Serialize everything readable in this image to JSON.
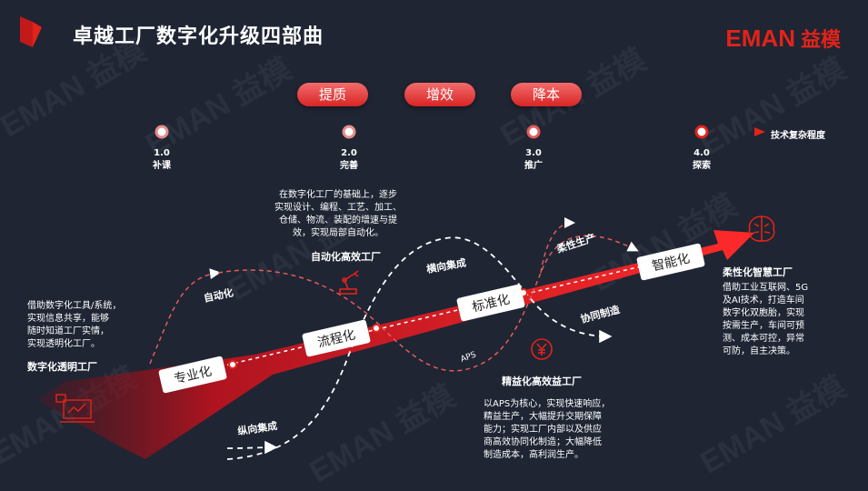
{
  "header": {
    "title": "卓越工厂数字化升级四部曲",
    "logo_text": "EMAN",
    "logo_cn": "益模",
    "watermark": "EMAN 益模"
  },
  "pills": [
    "提质",
    "增效",
    "降本"
  ],
  "axis": {
    "label": "技术复杂程度"
  },
  "levels": [
    {
      "num": "1.0",
      "name": "补课"
    },
    {
      "num": "2.0",
      "name": "完善"
    },
    {
      "num": "3.0",
      "name": "推广"
    },
    {
      "num": "4.0",
      "name": "探索"
    }
  ],
  "arrow_stages": [
    "专业化",
    "流程化",
    "标准化",
    "智能化"
  ],
  "curve_labels": {
    "automation": "自动化",
    "horizontal": "横向集成",
    "flexible": "柔性生产",
    "collab": "协同制造",
    "aps": "APS",
    "vertical": "纵向集成"
  },
  "blocks": {
    "transparent": {
      "desc": [
        "借助数字化工具/系统，",
        "实现信息共享，能够",
        "随时知道工厂实情，",
        "实现透明化工厂。"
      ],
      "title": "数字化透明工厂"
    },
    "automation": {
      "desc": [
        "在数字化工厂的基础上，逐步",
        "实现设计、编程、工艺、加工、",
        "仓储、物流、装配的增速与提",
        "效，实现局部自动化。"
      ],
      "title": "自动化高效工厂"
    },
    "lean": {
      "title": "精益化高效益工厂",
      "desc": [
        "以APS为核心，实现快速响应，",
        "精益生产，大幅提升交期保障",
        "能力；实现工厂内部以及供应",
        "商高效协同化制造；大幅降低",
        "制造成本，高利润生产。"
      ]
    },
    "smart": {
      "title": "柔性化智慧工厂",
      "desc": [
        "借助工业互联网、5G",
        "及AI技术，打造车间",
        "数字化双胞胎，实现",
        "按需生产，车间可预",
        "测、成本可控，异常",
        "可防，自主决策。"
      ]
    }
  },
  "colors": {
    "accent": "#e2231a",
    "bg": "#1f2533"
  }
}
